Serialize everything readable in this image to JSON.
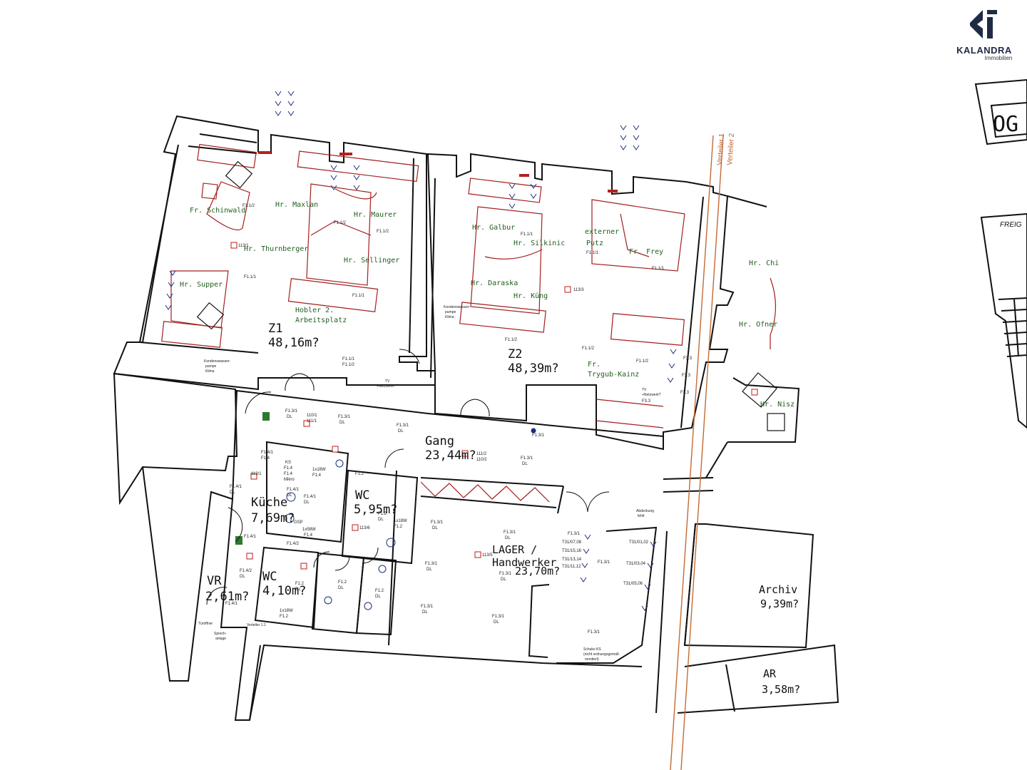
{
  "logo": {
    "brand": "KALANDRA",
    "sub": "Immobilien",
    "accent": "#1f2a44"
  },
  "title_block": {
    "floor": "OG",
    "stamp": "FREIG"
  },
  "verteiler": [
    "Verteiler 1",
    "Verteiler 2"
  ],
  "rooms": {
    "z1": {
      "name": "Z1",
      "area": "48,16m?"
    },
    "z2": {
      "name": "Z2",
      "area": "48,39m?"
    },
    "gang": {
      "name": "Gang",
      "area": "23,44m?"
    },
    "kueche": {
      "name": "Küche",
      "area": "7,69m?"
    },
    "wc1": {
      "name": "WC",
      "area": "5,95m?"
    },
    "wc2": {
      "name": "WC",
      "area": "4,10m?"
    },
    "vr": {
      "name": "VR",
      "area": "2,61m?"
    },
    "lager": {
      "name": "LAGER /",
      "name2": "Handwerker",
      "area": "23,70m?"
    },
    "archiv": {
      "name": "Archiv",
      "area": "9,39m?"
    },
    "ar": {
      "name": "AR",
      "area": "3,58m?"
    }
  },
  "people": {
    "schinwald": "Fr. Schinwald",
    "maxlan": "Hr. Maxlan",
    "maurer": "Hr. Maurer",
    "thurnberger": "Hr. Thurnberger",
    "sellinger": "Hr. Sellinger",
    "supper": "Hr. Supper",
    "hobler1": "Hobler 2.",
    "hobler2": "Arbeitsplatz",
    "galbur": "Hr. Galbur",
    "silkinic": "Hr. Silkinic",
    "externer1": "externer",
    "externer2": "Putz",
    "frey": "Fr. Frey",
    "daraska": "Hr. Daraska",
    "kueng": "Hr. Küng",
    "trygub1": "Fr.",
    "trygub2": "Trygub-Kainz",
    "chi": "Hr. Chi",
    "ofner": "Hr. Ofner",
    "nisz": "Hr. Nisz"
  },
  "annotations": {
    "kondens1": "Kondenswasser-",
    "kondens2": "pumpe",
    "kondens3": "Klima",
    "tv1": "TV",
    "tv2": "+Netzwerk?",
    "tueroeffner": "Türöffner",
    "sprech1": "Sprech-",
    "sprech2": "anlage",
    "verteiler11": "Verteiler 1.1",
    "schuko1": "Schuko KS",
    "schuko2": "(nicht ordnungsgemäß",
    "schuko3": "montiert)",
    "abdeckung1": "Abdeckung",
    "abdeckung2": "fehlt",
    "f11": "F1.1/1",
    "f112": "F1.1/2",
    "f131": "F1.3/1",
    "dl": "DL",
    "f14": "F1.4",
    "f141": "F1.4/1",
    "f142": "F1.4/2",
    "f12": "F1.2",
    "x18w": "1x18W",
    "x58w": "1x58W",
    "ks": "KS",
    "gsp": "GSP",
    "mikro": "Mikro",
    "f33": "F3.3",
    "t3101": "T31/01,02",
    "t3103": "T31/03,04",
    "t3105": "T31/05,06",
    "t3107": "T31/07,08",
    "t3115": "T31/15,16",
    "t3113": "T31/13,14",
    "t3111": "T31/11,12",
    "ref1131": "113/1",
    "ref1133": "113/3",
    "ref1135": "113/5",
    "ref1136": "113/6",
    "ref1112": "111/2",
    "ref1102": "110/2",
    "ref1101": "110/1",
    "ref1111": "111/1",
    "ref1121": "112/1"
  }
}
